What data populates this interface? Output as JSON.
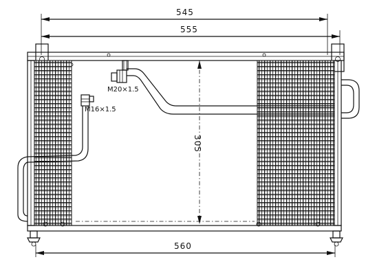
{
  "dimensions": {
    "overall_width": "545",
    "mount_span": "555",
    "core_width": "560",
    "core_height": "305"
  },
  "fittings": {
    "upper": "M20×1.5",
    "lower": "M16×1.5"
  },
  "colors": {
    "line": "#111111",
    "background": "#ffffff"
  }
}
